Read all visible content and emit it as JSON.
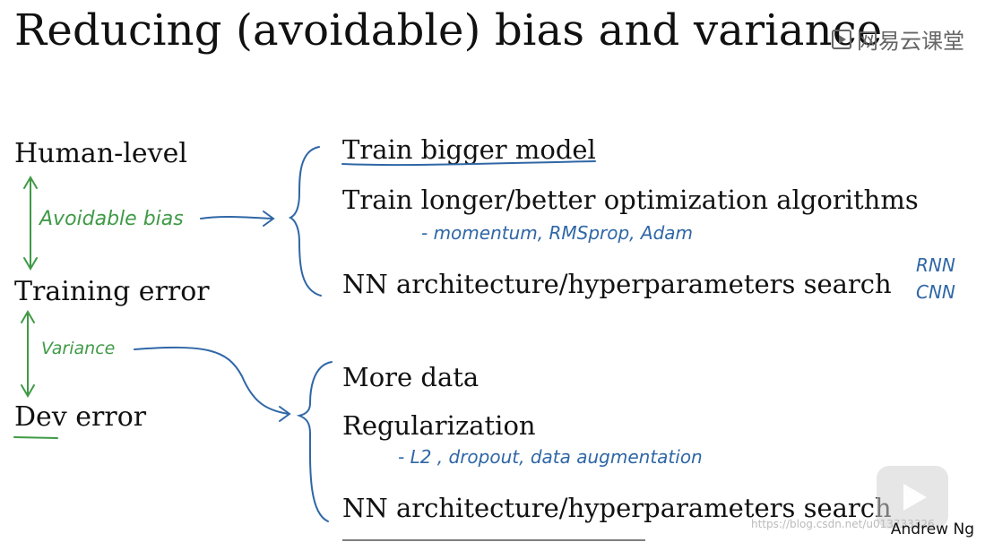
{
  "slide": {
    "title": "Reducing (avoidable) bias and variance",
    "author": "Andrew Ng"
  },
  "watermark": {
    "brand": "网易云课堂",
    "url": "https://blog.csdn.net/u013733326",
    "icon": "play-icon"
  },
  "levels": {
    "human": "Human-level",
    "training": "Training error",
    "dev": "Dev error"
  },
  "annotations": {
    "avoidable_bias": "Avoidable bias",
    "variance": "Variance"
  },
  "bias_fixes": {
    "item1": "Train bigger model",
    "item2": "Train longer/better optimization algorithms",
    "item2_note": "- momentum, RMSprop, Adam",
    "item3": "NN architecture/hyperparameters search",
    "item3_note1": "RNN",
    "item3_note2": "CNN"
  },
  "variance_fixes": {
    "item1": "More data",
    "item2": "Regularization",
    "item2_note": "- L2 , dropout, data augmentation",
    "item3": "NN architecture/hyperparameters search"
  },
  "colors": {
    "green_ink": "#3f9a46",
    "blue_ink": "#2f67a6"
  }
}
